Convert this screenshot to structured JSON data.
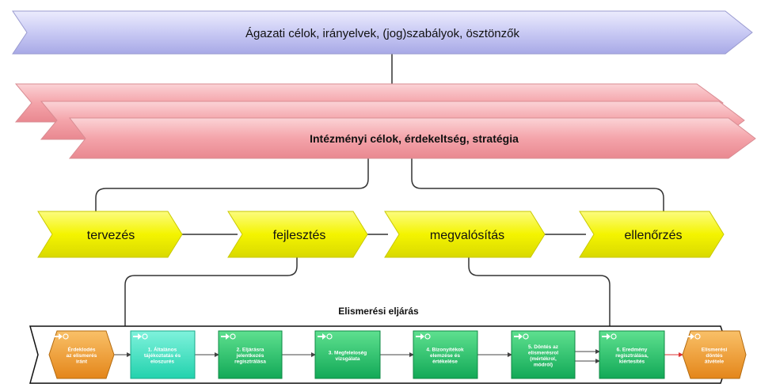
{
  "banner_top": {
    "label": "Ágazati célok, irányelvek, (jog)szabályok, ösztönzők"
  },
  "banner_institution": {
    "label": "Intézményi célok, érdekeltség, stratégia"
  },
  "phases": [
    {
      "label": "tervezés"
    },
    {
      "label": "fejlesztés"
    },
    {
      "label": "megvalósítás"
    },
    {
      "label": "ellenőrzés"
    }
  ],
  "procedure": {
    "title": "Elismerési eljárás",
    "steps": [
      {
        "lines": [
          "Érdeklodés",
          "az elismerés",
          "iránt"
        ],
        "kind": "event"
      },
      {
        "lines": [
          "1. Általános",
          "tájékoztatás és",
          "eloszurés"
        ],
        "kind": "task-light"
      },
      {
        "lines": [
          "2. Eljárásra",
          "jelentkezés",
          "regisztrálása"
        ],
        "kind": "task"
      },
      {
        "lines": [
          "3. Megfeleloség",
          "vizsgálata"
        ],
        "kind": "task"
      },
      {
        "lines": [
          "4. Bizonyítékok",
          "elemzése és",
          "értékelése"
        ],
        "kind": "task"
      },
      {
        "lines": [
          "5. Döntés az",
          "elismerésrol",
          "(mértékrol,",
          "módról)"
        ],
        "kind": "task"
      },
      {
        "lines": [
          "6. Eredmény",
          "regisztrálása,",
          "kiértesítés"
        ],
        "kind": "task"
      },
      {
        "lines": [
          "Elismerési",
          "döntés",
          "átvétele"
        ],
        "kind": "event"
      }
    ]
  },
  "colors": {
    "banner_top_fill": "#cccdf5",
    "banner_red_fill": "#f4a3a8",
    "phase_fill": "#f7f700",
    "event_fill": "#f29a1c",
    "task_fill": "#1dbf6a",
    "task_light_fill": "#33e6c2",
    "connector": "#333333"
  }
}
